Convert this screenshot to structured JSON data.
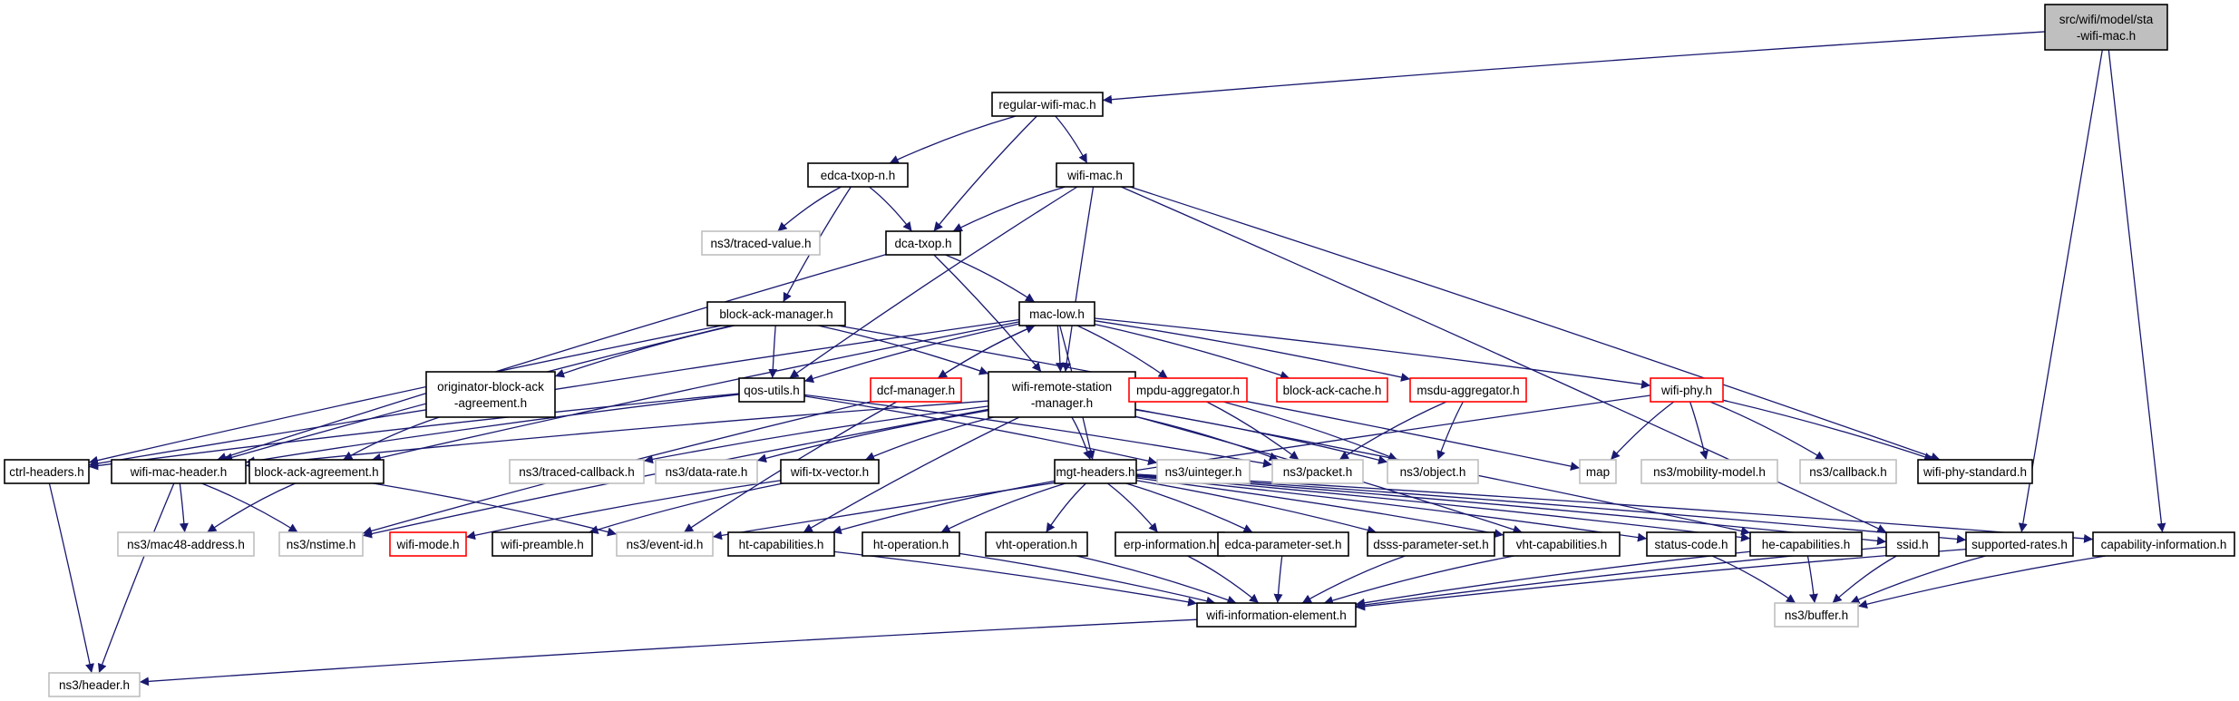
{
  "title": "src/wifi/model/sta-wifi-mac.h",
  "edge_color": "#191970",
  "nodes": [
    {
      "id": "sta",
      "lines": [
        "src/wifi/model/sta",
        "-wifi-mac.h"
      ],
      "style": "root"
    },
    {
      "id": "regular",
      "lines": [
        "regular-wifi-mac.h"
      ],
      "style": "black"
    },
    {
      "id": "edca",
      "lines": [
        "edca-txop-n.h"
      ],
      "style": "black"
    },
    {
      "id": "wifimac",
      "lines": [
        "wifi-mac.h"
      ],
      "style": "black"
    },
    {
      "id": "tracedval",
      "lines": [
        "ns3/traced-value.h"
      ],
      "style": "gray"
    },
    {
      "id": "dca",
      "lines": [
        "dca-txop.h"
      ],
      "style": "black"
    },
    {
      "id": "bam",
      "lines": [
        "block-ack-manager.h"
      ],
      "style": "black"
    },
    {
      "id": "maclow",
      "lines": [
        "mac-low.h"
      ],
      "style": "black"
    },
    {
      "id": "oba",
      "lines": [
        "originator-block-ack",
        "-agreement.h"
      ],
      "style": "black"
    },
    {
      "id": "qos",
      "lines": [
        "qos-utils.h"
      ],
      "style": "black"
    },
    {
      "id": "dcf",
      "lines": [
        "dcf-manager.h"
      ],
      "style": "red"
    },
    {
      "id": "wrsm",
      "lines": [
        "wifi-remote-station",
        "-manager.h"
      ],
      "style": "black"
    },
    {
      "id": "mpdu",
      "lines": [
        "mpdu-aggregator.h"
      ],
      "style": "red"
    },
    {
      "id": "bac",
      "lines": [
        "block-ack-cache.h"
      ],
      "style": "red"
    },
    {
      "id": "msdu",
      "lines": [
        "msdu-aggregator.h"
      ],
      "style": "red"
    },
    {
      "id": "wphy",
      "lines": [
        "wifi-phy.h"
      ],
      "style": "red"
    },
    {
      "id": "ctrl",
      "lines": [
        "ctrl-headers.h"
      ],
      "style": "black"
    },
    {
      "id": "wmh",
      "lines": [
        "wifi-mac-header.h"
      ],
      "style": "black"
    },
    {
      "id": "baa",
      "lines": [
        "block-ack-agreement.h"
      ],
      "style": "black"
    },
    {
      "id": "tcb",
      "lines": [
        "ns3/traced-callback.h"
      ],
      "style": "gray"
    },
    {
      "id": "drate",
      "lines": [
        "ns3/data-rate.h"
      ],
      "style": "gray"
    },
    {
      "id": "wtv",
      "lines": [
        "wifi-tx-vector.h"
      ],
      "style": "black"
    },
    {
      "id": "mgt",
      "lines": [
        "mgt-headers.h"
      ],
      "style": "black"
    },
    {
      "id": "uint",
      "lines": [
        "ns3/uinteger.h"
      ],
      "style": "gray"
    },
    {
      "id": "packet",
      "lines": [
        "ns3/packet.h"
      ],
      "style": "gray"
    },
    {
      "id": "object",
      "lines": [
        "ns3/object.h"
      ],
      "style": "gray"
    },
    {
      "id": "map",
      "lines": [
        "map"
      ],
      "style": "gray"
    },
    {
      "id": "mobility",
      "lines": [
        "ns3/mobility-model.h"
      ],
      "style": "gray"
    },
    {
      "id": "callback",
      "lines": [
        "ns3/callback.h"
      ],
      "style": "gray"
    },
    {
      "id": "wps",
      "lines": [
        "wifi-phy-standard.h"
      ],
      "style": "black"
    },
    {
      "id": "mac48",
      "lines": [
        "ns3/mac48-address.h"
      ],
      "style": "gray"
    },
    {
      "id": "nstime",
      "lines": [
        "ns3/nstime.h"
      ],
      "style": "gray"
    },
    {
      "id": "wmode",
      "lines": [
        "wifi-mode.h"
      ],
      "style": "red"
    },
    {
      "id": "wpre",
      "lines": [
        "wifi-preamble.h"
      ],
      "style": "black"
    },
    {
      "id": "eventid",
      "lines": [
        "ns3/event-id.h"
      ],
      "style": "gray"
    },
    {
      "id": "htcap",
      "lines": [
        "ht-capabilities.h"
      ],
      "style": "black"
    },
    {
      "id": "htop",
      "lines": [
        "ht-operation.h"
      ],
      "style": "black"
    },
    {
      "id": "vhtop",
      "lines": [
        "vht-operation.h"
      ],
      "style": "black"
    },
    {
      "id": "erp",
      "lines": [
        "erp-information.h"
      ],
      "style": "black"
    },
    {
      "id": "edcaps",
      "lines": [
        "edca-parameter-set.h"
      ],
      "style": "black"
    },
    {
      "id": "dsss",
      "lines": [
        "dsss-parameter-set.h"
      ],
      "style": "black"
    },
    {
      "id": "vhtcap",
      "lines": [
        "vht-capabilities.h"
      ],
      "style": "black"
    },
    {
      "id": "status",
      "lines": [
        "status-code.h"
      ],
      "style": "black"
    },
    {
      "id": "hecap",
      "lines": [
        "he-capabilities.h"
      ],
      "style": "black"
    },
    {
      "id": "ssid",
      "lines": [
        "ssid.h"
      ],
      "style": "black"
    },
    {
      "id": "suprates",
      "lines": [
        "supported-rates.h"
      ],
      "style": "black"
    },
    {
      "id": "capinfo",
      "lines": [
        "capability-information.h"
      ],
      "style": "black"
    },
    {
      "id": "wie",
      "lines": [
        "wifi-information-element.h"
      ],
      "style": "black"
    },
    {
      "id": "buffer",
      "lines": [
        "ns3/buffer.h"
      ],
      "style": "gray"
    },
    {
      "id": "header",
      "lines": [
        "ns3/header.h"
      ],
      "style": "gray"
    }
  ],
  "edges": [
    [
      "sta",
      "regular"
    ],
    [
      "sta",
      "suprates"
    ],
    [
      "sta",
      "capinfo"
    ],
    [
      "regular",
      "edca"
    ],
    [
      "regular",
      "wifimac"
    ],
    [
      "regular",
      "dca"
    ],
    [
      "edca",
      "tracedval"
    ],
    [
      "edca",
      "dca"
    ],
    [
      "edca",
      "bam"
    ],
    [
      "wifimac",
      "dca"
    ],
    [
      "wifimac",
      "qos"
    ],
    [
      "wifimac",
      "wrsm"
    ],
    [
      "wifimac",
      "wps"
    ],
    [
      "wifimac",
      "ssid"
    ],
    [
      "dca",
      "maclow"
    ],
    [
      "dca",
      "wrsm"
    ],
    [
      "dca",
      "wmh"
    ],
    [
      "bam",
      "qos"
    ],
    [
      "bam",
      "oba"
    ],
    [
      "bam",
      "wrsm"
    ],
    [
      "bam",
      "ctrl"
    ],
    [
      "bam",
      "wmh"
    ],
    [
      "bam",
      "map"
    ],
    [
      "maclow",
      "qos"
    ],
    [
      "maclow",
      "dcf"
    ],
    [
      "maclow",
      "wrsm"
    ],
    [
      "maclow",
      "mpdu"
    ],
    [
      "maclow",
      "bac"
    ],
    [
      "maclow",
      "msdu"
    ],
    [
      "maclow",
      "wphy"
    ],
    [
      "maclow",
      "baa"
    ],
    [
      "maclow",
      "mgt"
    ],
    [
      "maclow",
      "ctrl"
    ],
    [
      "dcf",
      "maclow"
    ],
    [
      "dcf",
      "nstime"
    ],
    [
      "dcf",
      "eventid"
    ],
    [
      "oba",
      "baa"
    ],
    [
      "qos",
      "wmh"
    ],
    [
      "qos",
      "uint"
    ],
    [
      "qos",
      "packet"
    ],
    [
      "qos",
      "ctrl"
    ],
    [
      "wrsm",
      "mgt"
    ],
    [
      "wrsm",
      "wtv"
    ],
    [
      "wrsm",
      "tcb"
    ],
    [
      "wrsm",
      "drate"
    ],
    [
      "wrsm",
      "nstime"
    ],
    [
      "wrsm",
      "packet"
    ],
    [
      "wrsm",
      "object"
    ],
    [
      "wrsm",
      "htcap"
    ],
    [
      "wrsm",
      "vhtcap"
    ],
    [
      "wrsm",
      "hecap"
    ],
    [
      "wrsm",
      "wmh"
    ],
    [
      "mpdu",
      "packet"
    ],
    [
      "mpdu",
      "object"
    ],
    [
      "msdu",
      "packet"
    ],
    [
      "msdu",
      "object"
    ],
    [
      "wphy",
      "map"
    ],
    [
      "wphy",
      "mobility"
    ],
    [
      "wphy",
      "callback"
    ],
    [
      "wphy",
      "wps"
    ],
    [
      "wphy",
      "eventid"
    ],
    [
      "ctrl",
      "header"
    ],
    [
      "wmh",
      "mac48"
    ],
    [
      "wmh",
      "nstime"
    ],
    [
      "wmh",
      "header"
    ],
    [
      "baa",
      "mac48"
    ],
    [
      "baa",
      "eventid"
    ],
    [
      "wtv",
      "wmode"
    ],
    [
      "wtv",
      "wpre"
    ],
    [
      "mgt",
      "htcap"
    ],
    [
      "mgt",
      "htop"
    ],
    [
      "mgt",
      "vhtop"
    ],
    [
      "mgt",
      "erp"
    ],
    [
      "mgt",
      "edcaps"
    ],
    [
      "mgt",
      "dsss"
    ],
    [
      "mgt",
      "vhtcap"
    ],
    [
      "mgt",
      "status"
    ],
    [
      "mgt",
      "hecap"
    ],
    [
      "mgt",
      "ssid"
    ],
    [
      "mgt",
      "suprates"
    ],
    [
      "mgt",
      "capinfo"
    ],
    [
      "htcap",
      "wie"
    ],
    [
      "htop",
      "wie"
    ],
    [
      "vhtop",
      "wie"
    ],
    [
      "erp",
      "wie"
    ],
    [
      "edcaps",
      "wie"
    ],
    [
      "dsss",
      "wie"
    ],
    [
      "vhtcap",
      "wie"
    ],
    [
      "hecap",
      "wie"
    ],
    [
      "hecap",
      "buffer"
    ],
    [
      "ssid",
      "wie"
    ],
    [
      "ssid",
      "buffer"
    ],
    [
      "suprates",
      "wie"
    ],
    [
      "suprates",
      "buffer"
    ],
    [
      "capinfo",
      "buffer"
    ],
    [
      "status",
      "buffer"
    ],
    [
      "wie",
      "header"
    ]
  ]
}
